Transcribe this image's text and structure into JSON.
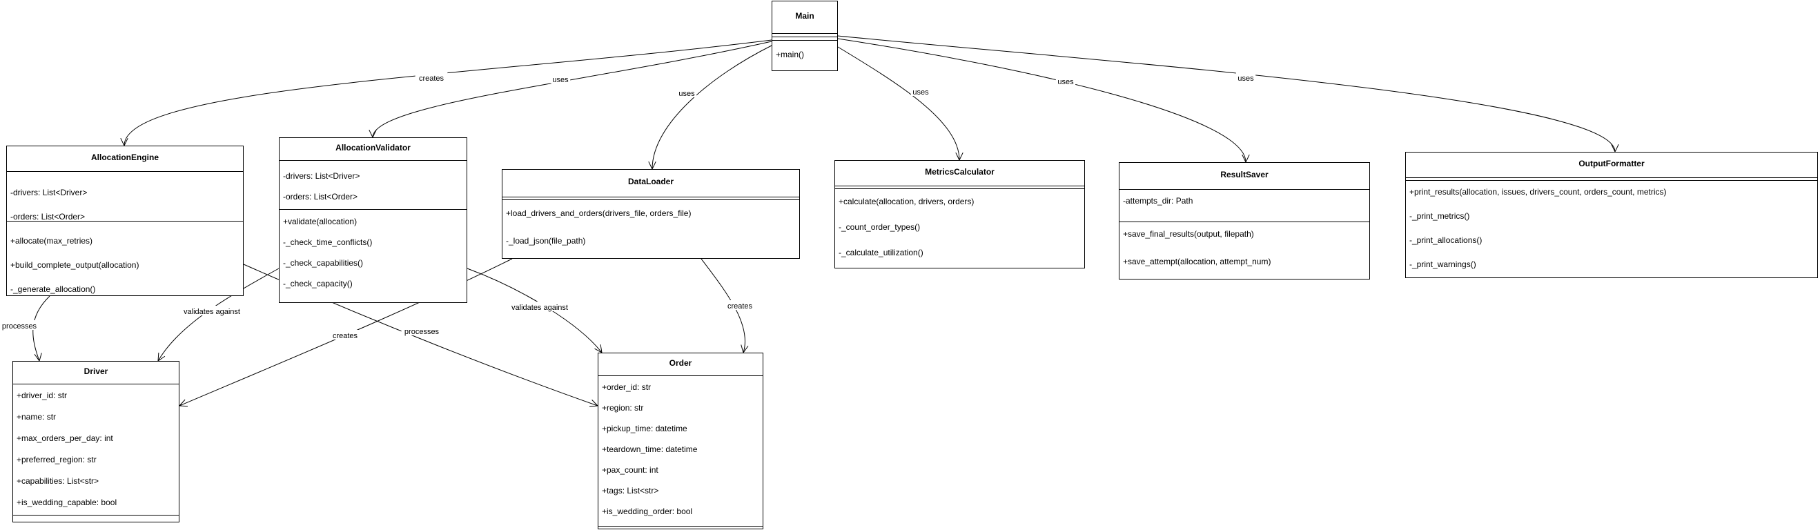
{
  "classes": {
    "main": {
      "name": "Main",
      "attributes": [],
      "methods": [
        "+main()"
      ]
    },
    "allocation_engine": {
      "name": "AllocationEngine",
      "attributes": [
        "-drivers: List<Driver>",
        "-orders: List<Order>"
      ],
      "methods": [
        "+allocate(max_retries)",
        "+build_complete_output(allocation)",
        "-_generate_allocation()"
      ]
    },
    "allocation_validator": {
      "name": "AllocationValidator",
      "attributes": [
        "-drivers: List<Driver>",
        "-orders: List<Order>"
      ],
      "methods": [
        "+validate(allocation)",
        "-_check_time_conflicts()",
        "-_check_capabilities()",
        "-_check_capacity()"
      ]
    },
    "data_loader": {
      "name": "DataLoader",
      "attributes": [],
      "methods": [
        "+load_drivers_and_orders(drivers_file, orders_file)",
        "-_load_json(file_path)"
      ]
    },
    "metrics_calculator": {
      "name": "MetricsCalculator",
      "attributes": [],
      "methods": [
        "+calculate(allocation, drivers, orders)",
        "-_count_order_types()",
        "-_calculate_utilization()"
      ]
    },
    "result_saver": {
      "name": "ResultSaver",
      "attributes": [
        "-attempts_dir: Path"
      ],
      "methods": [
        "+save_final_results(output, filepath)",
        "+save_attempt(allocation, attempt_num)"
      ]
    },
    "output_formatter": {
      "name": "OutputFormatter",
      "attributes": [],
      "methods": [
        "+print_results(allocation, issues, drivers_count, orders_count, metrics)",
        "-_print_metrics()",
        "-_print_allocations()",
        "-_print_warnings()"
      ]
    },
    "driver": {
      "name": "Driver",
      "attributes": [
        "+driver_id: str",
        "+name: str",
        "+max_orders_per_day: int",
        "+preferred_region: str",
        "+capabilities: List<str>",
        "+is_wedding_capable: bool"
      ],
      "methods": []
    },
    "order": {
      "name": "Order",
      "attributes": [
        "+order_id: str",
        "+region: str",
        "+pickup_time: datetime",
        "+teardown_time: datetime",
        "+pax_count: int",
        "+tags: List<str>",
        "+is_wedding_order: bool"
      ],
      "methods": []
    }
  },
  "relationships": [
    {
      "from": "Main",
      "to": "AllocationEngine",
      "label": "creates"
    },
    {
      "from": "Main",
      "to": "AllocationValidator",
      "label": "uses"
    },
    {
      "from": "Main",
      "to": "DataLoader",
      "label": "uses"
    },
    {
      "from": "Main",
      "to": "MetricsCalculator",
      "label": "uses"
    },
    {
      "from": "Main",
      "to": "ResultSaver",
      "label": "uses"
    },
    {
      "from": "Main",
      "to": "OutputFormatter",
      "label": "uses"
    },
    {
      "from": "AllocationEngine",
      "to": "Driver",
      "label": "processes"
    },
    {
      "from": "AllocationEngine",
      "to": "Order",
      "label": "processes"
    },
    {
      "from": "AllocationValidator",
      "to": "Driver",
      "label": "validates against"
    },
    {
      "from": "AllocationValidator",
      "to": "Order",
      "label": "validates against"
    },
    {
      "from": "DataLoader",
      "to": "Driver",
      "label": "creates"
    },
    {
      "from": "DataLoader",
      "to": "Order",
      "label": "creates"
    }
  ]
}
